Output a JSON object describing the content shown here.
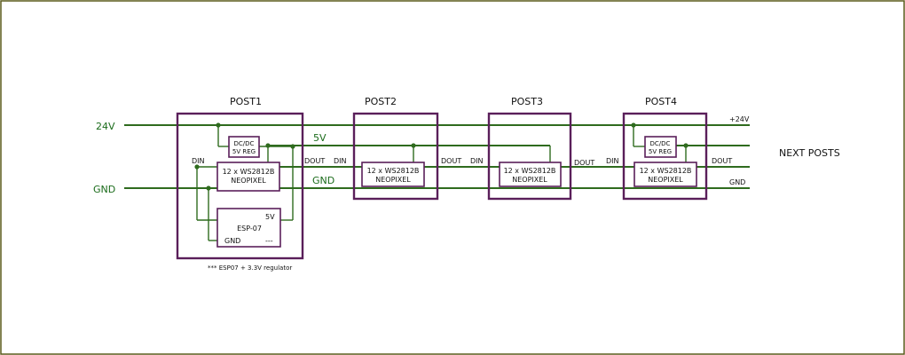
{
  "posts": [
    "POST1",
    "POST2",
    "POST3",
    "POST4"
  ],
  "nets": {
    "v24": "24V",
    "v5": "5V",
    "gnd": "GND",
    "v24_out": "+24V",
    "dout_out": "DOUT",
    "gnd_out": "GND",
    "next_posts": "NEXT POSTS"
  },
  "pins": {
    "din": "DIN",
    "dout": "DOUT"
  },
  "components": {
    "dcdc_line1": "DC/DC",
    "dcdc_line2": "5V REG",
    "neopixel_line1": "12 x WS2812B",
    "neopixel_line2": "NEOPIXEL",
    "esp_name": "ESP-07",
    "esp_5v": "5V",
    "esp_gnd": "GND",
    "esp_io": "---"
  },
  "note": "*** ESP07 + 3.3V regulator",
  "colors": {
    "frame": "#5a5a1a",
    "wire": "#2f6b1e",
    "component": "#5a1f5a"
  }
}
